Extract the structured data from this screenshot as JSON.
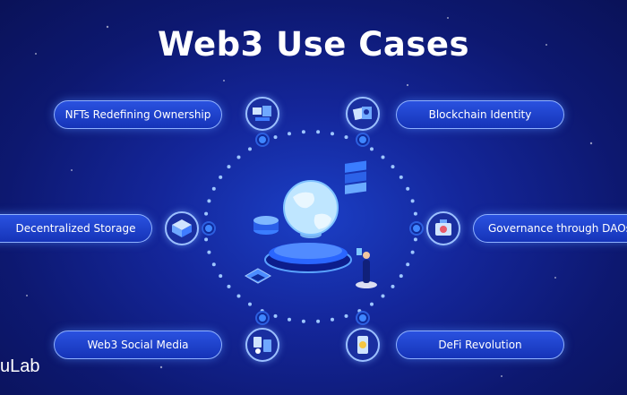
{
  "title": "Web3 Use Cases",
  "brand": "uLab",
  "use_cases": {
    "nfts": "NFTs Redefining Ownership",
    "identity": "Blockchain Identity",
    "storage": "Decentralized Storage",
    "daos": "Governance through DAOs",
    "social": "Web3 Social Media",
    "defi": "DeFi Revolution"
  },
  "colors": {
    "background": "#14269a",
    "pill_fill": "#1f44d0",
    "pill_border": "#8fb1ff",
    "ring_dots": "#9ec6ff",
    "connector_dot": "#3f86ff"
  },
  "icons": [
    "nft-icon",
    "identity-icon",
    "storage-icon",
    "dao-icon",
    "social-media-icon",
    "defi-icon",
    "globe-icon"
  ]
}
